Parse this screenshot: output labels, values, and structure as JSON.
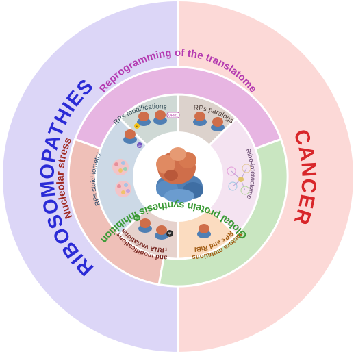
{
  "outer_labels": {
    "left": "RIBOSOMOPATHIES",
    "right": "CANCER"
  },
  "middle_labels": {
    "top": "Reprogramming of the translatome",
    "bottom": "Global protein synthesis inhibition",
    "left": "Nucleolar stress"
  },
  "inner_labels": {
    "rps_modifications": "RPs modifications",
    "rps_paralogs": "RPs paralogs",
    "ribo_interactome": "Ribo-interactome",
    "rps_ribi_line1": "RPs and RiBi",
    "rps_ribi_line2": "factors mutations",
    "rrna_line1": "rRNA variations",
    "rrna_line2": "and modifications",
    "rps_stoichiometry": "RPs stoichiometry"
  },
  "small_labels": {
    "ufm1": "UFM1",
    "p": "P",
    "ub": "Ub",
    "me": "Me"
  },
  "colors": {
    "ribosomopathies_outer": "#dcd6f7",
    "cancer_outer": "#fcd9d7",
    "ribosomopathies_text": "#2b2bd6",
    "cancer_text": "#d8262a",
    "reprogramming_band": "#e7b5e2",
    "reprogramming_text": "#b43ab0",
    "global_band": "#c9e6c1",
    "global_text": "#3a9a35",
    "nucleolar_band": "#efc0b8",
    "nucleolar_text": "#a02a22"
  }
}
